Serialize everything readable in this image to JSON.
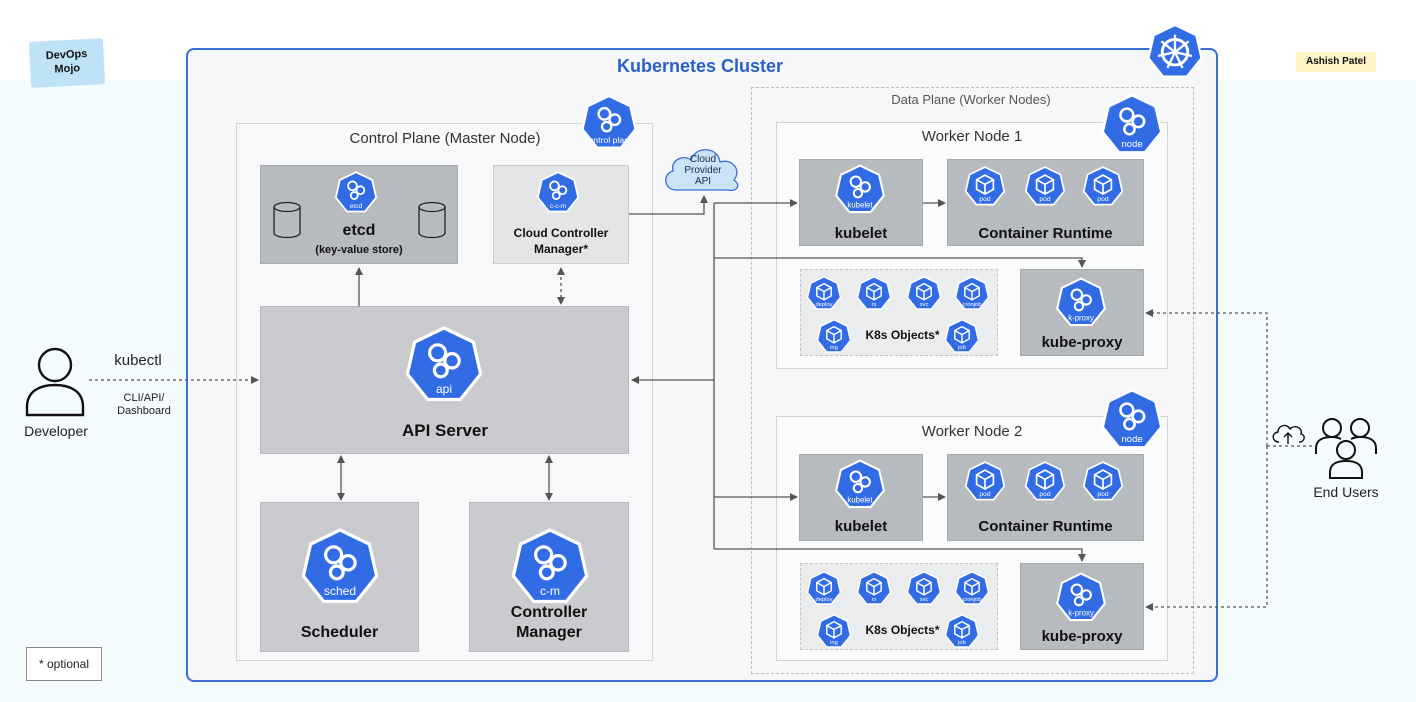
{
  "brand": {
    "logo_text_line1": "DevOps",
    "logo_text_line2": "Mojo",
    "author": "Ashish Patel"
  },
  "cluster": {
    "title": "Kubernetes Cluster"
  },
  "control_plane": {
    "title": "Control Plane (Master Node)",
    "hex_label": "control plane",
    "etcd": {
      "title": "etcd",
      "subtitle": "(key-value store)",
      "hex_label": "etcd"
    },
    "ccm": {
      "line1": "Cloud Controller",
      "line2": "Manager*",
      "hex_label": "c-c-m"
    },
    "api_server": {
      "title": "API Server",
      "hex_label": "api"
    },
    "scheduler": {
      "title": "Scheduler",
      "hex_label": "sched"
    },
    "controller_manager": {
      "line1": "Controller",
      "line2": "Manager",
      "hex_label": "c-m"
    }
  },
  "cloud": {
    "line1": "Cloud",
    "line2": "Provider",
    "line3": "API"
  },
  "data_plane": {
    "title": "Data Plane (Worker Nodes)",
    "nodes": [
      {
        "title": "Worker Node 1",
        "hex_label": "node",
        "kubelet": "kubelet",
        "kubelet_hex": "kubelet",
        "runtime": "Container Runtime",
        "pod_label": "pod",
        "kube_proxy": "kube-proxy",
        "kube_proxy_hex": "k-proxy",
        "objects": "K8s Objects*"
      },
      {
        "title": "Worker Node 2",
        "hex_label": "node",
        "kubelet": "kubelet",
        "kubelet_hex": "kubelet",
        "runtime": "Container Runtime",
        "pod_label": "pod",
        "kube_proxy": "kube-proxy",
        "kube_proxy_hex": "k-proxy",
        "objects": "K8s Objects*"
      }
    ],
    "object_icons": [
      "deploy",
      "rs",
      "svc",
      "cronjob",
      "ing",
      "job"
    ]
  },
  "developer": {
    "label": "Developer",
    "kubectl": "kubectl",
    "cli_line1": "CLI/API/",
    "cli_line2": "Dashboard"
  },
  "end_users": {
    "label": "End Users"
  },
  "legend": {
    "optional": "* optional"
  },
  "colors": {
    "k8s_blue": "#326ce5",
    "cluster_border": "#3b6fd4",
    "cluster_title": "#2a5fc9"
  }
}
